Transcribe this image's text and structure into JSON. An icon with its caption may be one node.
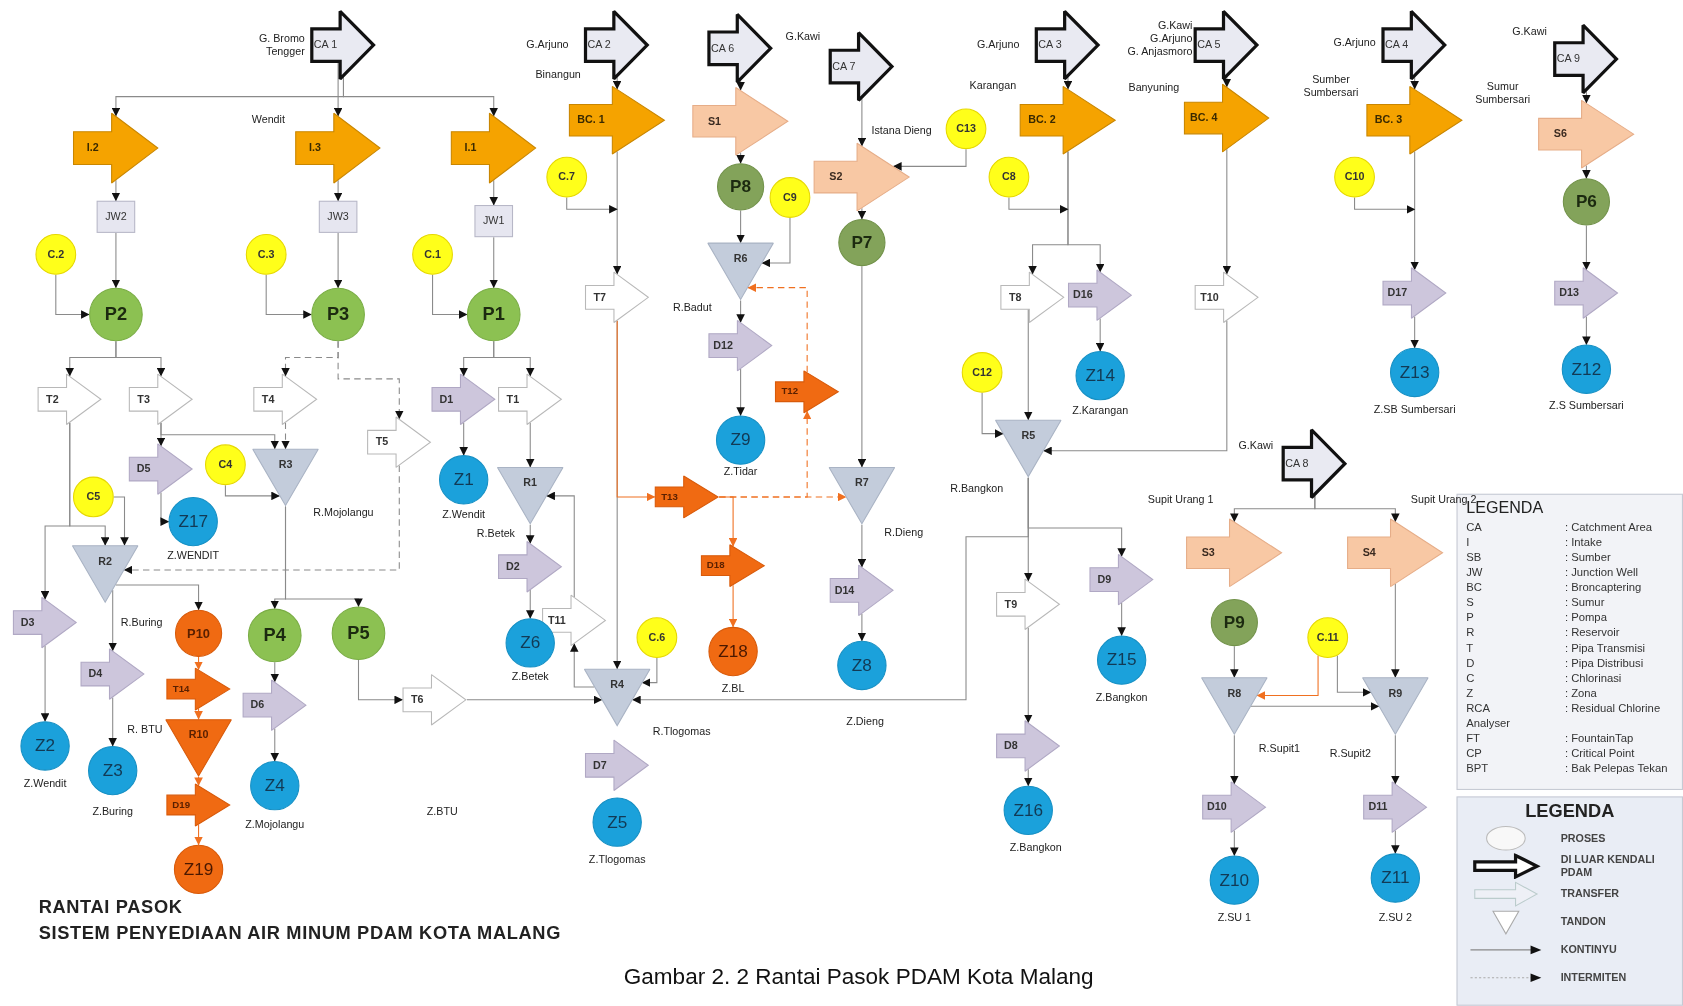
{
  "diagram": {
    "title": "RANTAI PASOK",
    "caption": "Gambar 2. 2 Rantai Pasok PDAM Kota Malang",
    "nodes": [
      {
        "text": [
          "CA 1"
        ],
        "beside": [
          "G. Bromo Tengger"
        ]
      },
      {
        "text": [
          "CA 2"
        ],
        "beside": [
          "G.Arjuno"
        ]
      },
      {
        "text": [
          "CA 6"
        ]
      },
      {
        "text": [
          "CA 7"
        ],
        "beside": [
          "G.Kawi"
        ]
      },
      {
        "text": [
          "CA 3"
        ],
        "beside": [
          "G.Arjuno"
        ]
      },
      {
        "text": [
          "CA 5"
        ],
        "beside": [
          "G.Kawi",
          "G.Arjuno",
          "G. Anjasmoro"
        ]
      },
      {
        "text": [
          "CA 4"
        ],
        "beside": [
          "G.Arjuno"
        ]
      },
      {
        "text": [
          "CA 9"
        ],
        "beside": [
          "G.Kawi"
        ]
      },
      {
        "text": [
          "I.2"
        ]
      },
      {
        "text": [
          "I.3"
        ],
        "beside": [
          "Wendit"
        ]
      },
      {
        "text": [
          "I.1"
        ]
      },
      {
        "text": [
          "BC. 1"
        ],
        "beside": [
          "Binangun"
        ]
      },
      {
        "text": [
          "S1"
        ]
      },
      {
        "text": [
          "S2"
        ],
        "beside": [
          "Istana Dieng"
        ]
      },
      {
        "text": [
          "BC. 2"
        ],
        "beside": [
          "Karangan"
        ]
      },
      {
        "text": [
          "BC. 4"
        ],
        "beside": [
          "Banyuning"
        ]
      },
      {
        "text": [
          "BC. 3"
        ],
        "beside": [
          "Sumber Sumbersari"
        ]
      },
      {
        "text": [
          "S6"
        ],
        "beside": [
          "Sumur Sumbersari"
        ]
      },
      {
        "text": [
          "JW2"
        ]
      },
      {
        "text": [
          "JW3"
        ]
      },
      {
        "text": [
          "JW1"
        ]
      },
      {
        "text": [
          "C.2"
        ]
      },
      {
        "text": [
          "C.3"
        ]
      },
      {
        "text": [
          "C.1"
        ]
      },
      {
        "text": [
          "C.7"
        ]
      },
      {
        "text": [
          "P2"
        ]
      },
      {
        "text": [
          "P3"
        ]
      },
      {
        "text": [
          "P1"
        ]
      },
      {
        "text": [
          "P8"
        ]
      },
      {
        "text": [
          "C9"
        ]
      },
      {
        "text": [
          "C13"
        ]
      },
      {
        "text": [
          "P7"
        ]
      },
      {
        "text": [
          "C8"
        ]
      },
      {
        "text": [
          "C10"
        ]
      },
      {
        "text": [
          "P6"
        ]
      },
      {
        "text": [
          "R6"
        ],
        "beside": [
          "R.Badut"
        ]
      },
      {
        "text": [
          "T7"
        ]
      },
      {
        "text": [
          "T8"
        ]
      },
      {
        "text": [
          "D16"
        ]
      },
      {
        "text": [
          "T10"
        ]
      },
      {
        "text": [
          "D17"
        ]
      },
      {
        "text": [
          "D13"
        ]
      },
      {
        "text": [
          "D12"
        ]
      },
      {
        "text": [
          "T12"
        ]
      },
      {
        "text": [
          "Z9"
        ],
        "beside": [
          "Z.Tidar"
        ]
      },
      {
        "text": [
          "C12"
        ]
      },
      {
        "text": [
          "Z14"
        ],
        "beside": [
          "Z.Karangan"
        ]
      },
      {
        "text": [
          "Z13"
        ],
        "beside": [
          "Z.SB Sumbersari"
        ]
      },
      {
        "text": [
          "Z12"
        ],
        "beside": [
          "Z.S Sumbersari"
        ]
      },
      {
        "text": [
          "T2"
        ]
      },
      {
        "text": [
          "T3"
        ]
      },
      {
        "text": [
          "T4"
        ]
      },
      {
        "text": [
          "D1"
        ]
      },
      {
        "text": [
          "T1"
        ]
      },
      {
        "text": [
          "T5"
        ]
      },
      {
        "text": [
          "R5"
        ],
        "beside": [
          "R.Bangkon"
        ]
      },
      {
        "text": [
          "D5"
        ]
      },
      {
        "text": [
          "C4"
        ]
      },
      {
        "text": [
          "R3"
        ],
        "beside": [
          "R.Mojolangu"
        ]
      },
      {
        "text": [
          "Z1"
        ],
        "beside": [
          "Z.Wendit"
        ]
      },
      {
        "text": [
          "R1"
        ],
        "beside": [
          "R.Betek"
        ]
      },
      {
        "text": [
          "T13"
        ]
      },
      {
        "text": [
          "R7"
        ],
        "beside": [
          "R.Dieng"
        ]
      },
      {
        "text": [
          "C5"
        ]
      },
      {
        "text": [
          "Z17"
        ],
        "beside": [
          "Z.WENDIT"
        ]
      },
      {
        "text": [
          "R2"
        ],
        "beside": [
          "R.Buring"
        ]
      },
      {
        "text": [
          "D2"
        ]
      },
      {
        "text": [
          "D18"
        ]
      },
      {
        "text": [
          "D9"
        ]
      },
      {
        "text": [
          "D14"
        ]
      },
      {
        "text": [
          "T11"
        ]
      },
      {
        "text": [
          "T9"
        ]
      },
      {
        "text": [
          "P10"
        ]
      },
      {
        "text": [
          "D3"
        ]
      },
      {
        "text": [
          "P4"
        ]
      },
      {
        "text": [
          "P5"
        ]
      },
      {
        "text": [
          "Z6"
        ],
        "beside": [
          "Z.Betek"
        ]
      },
      {
        "text": [
          "Z18"
        ],
        "beside": [
          "Z.BL"
        ]
      },
      {
        "text": [
          "Z8"
        ],
        "beside": [
          "Z.Dieng"
        ]
      },
      {
        "text": [
          "Z15"
        ],
        "beside": [
          "Z.Bangkon"
        ]
      },
      {
        "text": [
          "D4"
        ]
      },
      {
        "text": [
          "C.6"
        ]
      },
      {
        "text": [
          "T14"
        ]
      },
      {
        "text": [
          "D6"
        ]
      },
      {
        "text": [
          "T6"
        ]
      },
      {
        "text": [
          "R4"
        ],
        "beside": [
          "R.Tlogomas"
        ]
      },
      {
        "text": [
          "R10"
        ],
        "beside": [
          "R. BTU"
        ]
      },
      {
        "text": [
          "Z2"
        ],
        "beside": [
          "Z.Wendit"
        ]
      },
      {
        "text": [
          "Z3"
        ],
        "beside": [
          "Z.Buring"
        ]
      },
      {
        "text": [
          "D7"
        ]
      },
      {
        "text": [
          "Z4"
        ],
        "beside": [
          "Z.Mojolangu"
        ]
      },
      {
        "text": [
          "D19"
        ]
      },
      {
        "text": [
          "Z5"
        ],
        "beside": [
          "Z.Tlogomas"
        ]
      },
      {
        "text": [
          "Z19"
        ]
      },
      {
        "text": [
          "D8"
        ]
      },
      {
        "text": [
          "Z16"
        ],
        "beside": [
          "Z.Bangkon"
        ]
      },
      {
        "text": [
          "CA 8"
        ],
        "beside": [
          "G.Kawi"
        ]
      },
      {
        "text": [
          "S3"
        ],
        "beside": [
          "Supit Urang 1"
        ]
      },
      {
        "text": [
          "S4"
        ],
        "beside": [
          "Supit Urang 2"
        ]
      },
      {
        "text": [
          "P9"
        ]
      },
      {
        "text": [
          "C.11"
        ]
      },
      {
        "text": [
          "R8"
        ],
        "beside": [
          "R.Supit1"
        ]
      },
      {
        "text": [
          "R9"
        ],
        "beside": [
          "R.Supit2"
        ]
      },
      {
        "text": [
          "D10"
        ]
      },
      {
        "text": [
          "D11"
        ]
      },
      {
        "text": [
          "Z10"
        ],
        "beside": [
          "Z.SU 1"
        ]
      },
      {
        "text": [
          "Z11"
        ],
        "beside": [
          "Z.SU 2"
        ]
      }
    ],
    "edges": [
      {
        "from": 0,
        "to": 8,
        "arrow": "to"
      },
      {
        "from": 0,
        "to": 9,
        "arrow": "to"
      },
      {
        "from": 0,
        "to": 10,
        "arrow": "to"
      },
      {
        "from": 8,
        "to": 18,
        "arrow": "to"
      },
      {
        "from": 18,
        "to": 25,
        "arrow": "to"
      },
      {
        "from": 21,
        "to": 25,
        "arrow": "to"
      },
      {
        "from": 9,
        "to": 19,
        "arrow": "to"
      },
      {
        "from": 19,
        "to": 26,
        "arrow": "to"
      },
      {
        "from": 22,
        "to": 26,
        "arrow": "to"
      },
      {
        "from": 10,
        "to": 20,
        "arrow": "to"
      },
      {
        "from": 20,
        "to": 27,
        "arrow": "to"
      },
      {
        "from": 23,
        "to": 27,
        "arrow": "to"
      },
      {
        "from": 25,
        "to": 49,
        "arrow": "to"
      },
      {
        "from": 25,
        "to": 50,
        "arrow": "to"
      },
      {
        "from": 26,
        "to": 51,
        "arrow": "to",
        "style": "dashed"
      },
      {
        "from": 26,
        "to": 54,
        "arrow": "to",
        "style": "dashed"
      },
      {
        "from": 27,
        "to": 52,
        "arrow": "to"
      },
      {
        "from": 27,
        "to": 53,
        "arrow": "to"
      },
      {
        "from": 49,
        "to": 65,
        "arrow": "to"
      },
      {
        "from": 49,
        "to": 73,
        "arrow": "to"
      },
      {
        "from": 73,
        "to": 87,
        "arrow": "to"
      },
      {
        "from": 50,
        "to": 56,
        "arrow": "to"
      },
      {
        "from": 56,
        "to": 64,
        "arrow": "to"
      },
      {
        "from": 50,
        "to": 58,
        "arrow": "to"
      },
      {
        "from": 51,
        "to": 58,
        "arrow": "to",
        "style": "dashed"
      },
      {
        "from": 57,
        "to": 58,
        "arrow": "to"
      },
      {
        "from": 63,
        "to": 65,
        "arrow": "to"
      },
      {
        "from": 54,
        "to": 65,
        "arrow": "to",
        "style": "dashed"
      },
      {
        "from": 58,
        "to": 74,
        "arrow": "to"
      },
      {
        "from": 58,
        "to": 75,
        "arrow": "to"
      },
      {
        "from": 65,
        "to": 80,
        "arrow": "to"
      },
      {
        "from": 80,
        "to": 88,
        "arrow": "to"
      },
      {
        "from": 65,
        "to": 72,
        "arrow": "to"
      },
      {
        "from": 72,
        "to": 82,
        "arrow": "to",
        "color": "#f07020"
      },
      {
        "from": 82,
        "to": 86,
        "arrow": "to",
        "color": "#f07020"
      },
      {
        "from": 86,
        "to": 91,
        "arrow": "to",
        "color": "#f07020"
      },
      {
        "from": 91,
        "to": 93,
        "arrow": "to",
        "color": "#f07020"
      },
      {
        "from": 74,
        "to": 83,
        "arrow": "to"
      },
      {
        "from": 83,
        "to": 90,
        "arrow": "to"
      },
      {
        "from": 75,
        "to": 84,
        "arrow": "to"
      },
      {
        "from": 84,
        "to": 85,
        "arrow": "to"
      },
      {
        "from": 52,
        "to": 59,
        "arrow": "to"
      },
      {
        "from": 53,
        "to": 60,
        "arrow": "to"
      },
      {
        "from": 60,
        "to": 66,
        "arrow": "to"
      },
      {
        "from": 66,
        "to": 76,
        "arrow": "to"
      },
      {
        "from": 85,
        "to": 70,
        "arrow": "to"
      },
      {
        "from": 70,
        "to": 60,
        "arrow": "to"
      },
      {
        "from": 1,
        "to": 11,
        "arrow": "to"
      },
      {
        "from": 11,
        "to": 36,
        "arrow": "to"
      },
      {
        "from": 24,
        "to": null,
        "arrow": "to"
      },
      {
        "from": 36,
        "to": 85,
        "arrow": "to"
      },
      {
        "from": 36,
        "to": 61,
        "arrow": "to",
        "color": "#f07020"
      },
      {
        "from": 61,
        "to": 67,
        "arrow": "to",
        "color": "#f07020"
      },
      {
        "from": 67,
        "to": 77,
        "arrow": "to",
        "color": "#f07020"
      },
      {
        "from": 61,
        "to": 62,
        "arrow": "to",
        "style": "dashed",
        "color": "#f07020"
      },
      {
        "from": 61,
        "to": 43,
        "arrow": "to",
        "style": "dashed",
        "color": "#f07020"
      },
      {
        "from": 43,
        "to": 35,
        "arrow": "to",
        "style": "dashed",
        "color": "#f07020"
      },
      {
        "from": 2,
        "to": 12,
        "arrow": "to"
      },
      {
        "from": 12,
        "to": 28,
        "arrow": "to"
      },
      {
        "from": 28,
        "to": 35,
        "arrow": "to"
      },
      {
        "from": 29,
        "to": 35,
        "arrow": "to"
      },
      {
        "from": 35,
        "to": 42,
        "arrow": "to"
      },
      {
        "from": 42,
        "to": 44,
        "arrow": "to"
      },
      {
        "from": 3,
        "to": 13,
        "arrow": "to"
      },
      {
        "from": 13,
        "to": 31,
        "arrow": "to"
      },
      {
        "from": 31,
        "to": 62,
        "arrow": "to"
      },
      {
        "from": 30,
        "to": 13,
        "arrow": "to"
      },
      {
        "from": 62,
        "to": 69,
        "arrow": "to"
      },
      {
        "from": 69,
        "to": 78,
        "arrow": "to"
      },
      {
        "from": 4,
        "to": 14,
        "arrow": "to"
      },
      {
        "from": 14,
        "to": 37,
        "arrow": "to"
      },
      {
        "from": 14,
        "to": 38,
        "arrow": "to"
      },
      {
        "from": 32,
        "to": null,
        "arrow": "to"
      },
      {
        "from": 37,
        "to": 55,
        "arrow": "to"
      },
      {
        "from": 38,
        "to": 46,
        "arrow": "to"
      },
      {
        "from": 45,
        "to": 55,
        "arrow": "to"
      },
      {
        "from": 5,
        "to": 15,
        "arrow": "to"
      },
      {
        "from": 15,
        "to": 39,
        "arrow": "to"
      },
      {
        "from": 39,
        "to": 55,
        "arrow": "to"
      },
      {
        "from": 55,
        "to": 68,
        "arrow": "to"
      },
      {
        "from": 55,
        "to": 71,
        "arrow": "to"
      },
      {
        "from": 71,
        "to": 94,
        "arrow": "to"
      },
      {
        "from": 94,
        "to": 95,
        "arrow": "to"
      },
      {
        "from": 68,
        "to": 79,
        "arrow": "to"
      },
      {
        "from": 55,
        "to": 85,
        "arrow": "to"
      },
      {
        "from": 81,
        "to": 85,
        "arrow": "to"
      },
      {
        "from": 6,
        "to": 16,
        "arrow": "to"
      },
      {
        "from": 16,
        "to": 40,
        "arrow": "to"
      },
      {
        "from": 40,
        "to": 47,
        "arrow": "to"
      },
      {
        "from": 33,
        "to": null,
        "arrow": "to"
      },
      {
        "from": 7,
        "to": 17,
        "arrow": "to"
      },
      {
        "from": 17,
        "to": 34,
        "arrow": "to"
      },
      {
        "from": 34,
        "to": 41,
        "arrow": "to"
      },
      {
        "from": 41,
        "to": 48,
        "arrow": "to"
      },
      {
        "from": 96,
        "to": 97,
        "arrow": "to"
      },
      {
        "from": 96,
        "to": 98,
        "arrow": "to"
      },
      {
        "from": 99,
        "to": 101,
        "arrow": "to"
      },
      {
        "from": 98,
        "to": 102,
        "arrow": "to"
      },
      {
        "from": 100,
        "to": 101,
        "arrow": "to",
        "color": "#f07020"
      },
      {
        "from": 100,
        "to": 102,
        "arrow": "to"
      },
      {
        "from": 101,
        "to": 102,
        "arrow": "to"
      },
      {
        "from": 101,
        "to": 103,
        "arrow": "to"
      },
      {
        "from": 103,
        "to": 105,
        "arrow": "to"
      },
      {
        "from": 102,
        "to": 104,
        "arrow": "to"
      },
      {
        "from": 104,
        "to": 106,
        "arrow": "to"
      }
    ],
    "labels": [
      "SISTEM PENYEDIAAN AIR MINUM PDAM KOTA MALANG",
      "Z.BTU",
      "LEGENDA",
      "CA",
      ": Catchment Area",
      "I",
      ": Intake",
      "SB",
      ": Sumber",
      "JW",
      ": Junction Well",
      "BC",
      ": Broncaptering",
      "S",
      ": Sumur",
      "P",
      ": Pompa",
      "R",
      ": Reservoir",
      "T",
      ": Pipa Transmisi",
      "D",
      ": Pipa Distribusi",
      "C",
      ": Chlorinasi",
      "Z",
      ": Zona",
      "RCA",
      ": Residual Chlorine",
      "Analyser",
      "FT",
      ": FountainTap",
      "CP",
      ": Critical Point",
      "BPT",
      ": Bak Pelepas Tekan",
      "LEGENDA"
    ],
    "legend": [
      {
        "text": "PROSES"
      },
      {
        "text": "DI LUAR KENDALI PDAM"
      },
      {
        "text": "TRANSFER"
      },
      {
        "text": "TANDON"
      },
      {
        "text": "KONTINYU"
      },
      {
        "text": "INTERMITEN"
      }
    ]
  }
}
